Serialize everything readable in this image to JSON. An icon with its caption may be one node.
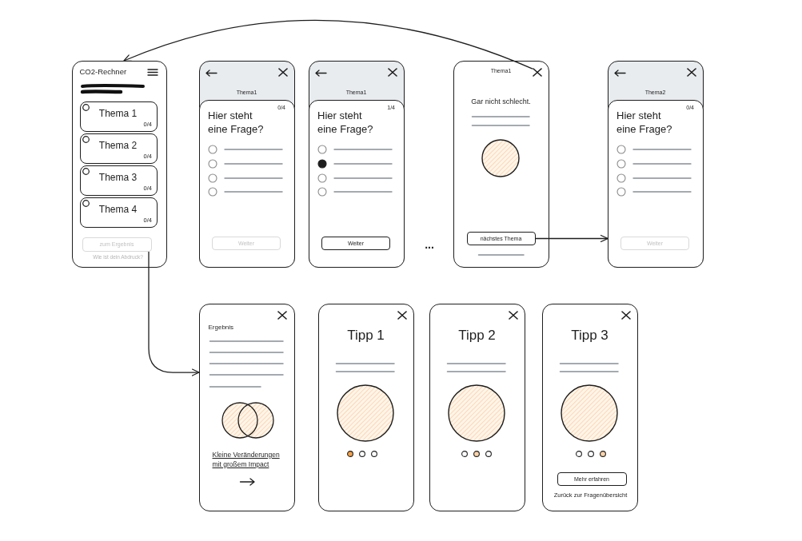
{
  "diagram": {
    "nodes": [
      {
        "text": [
          "CO2-Rechner",
          "Wie ist dein Abdruck?"
        ]
      },
      {
        "text": [
          "Thema 1",
          "0/4"
        ],
        "in": 0
      },
      {
        "text": [
          "Thema 2",
          "0/4"
        ],
        "in": 0
      },
      {
        "text": [
          "Thema 3",
          "0/4"
        ],
        "in": 0
      },
      {
        "text": [
          "Thema 4",
          "0/4"
        ],
        "in": 0
      },
      {
        "text": [
          "zum Ergebnis"
        ],
        "in": 0
      },
      {
        "text": [
          "Thema1"
        ]
      },
      {
        "text": [
          "0/4",
          "Hier steht eine Frage?"
        ],
        "in": 6
      },
      {
        "text": [
          "Weiter"
        ],
        "in": 7
      },
      {
        "text": [
          "Thema1"
        ]
      },
      {
        "text": [
          "1/4",
          "Hier steht eine Frage?"
        ],
        "in": 9
      },
      {
        "text": [
          "Weiter"
        ],
        "in": 10
      },
      {
        "text": [
          "Thema1",
          "Gar nicht schlecht."
        ]
      },
      {
        "text": [],
        "shape": "cross",
        "in": 12
      },
      {
        "text": [
          "nächstes Thema"
        ],
        "in": 12
      },
      {
        "text": [
          "Thema2"
        ]
      },
      {
        "text": [
          "0/4",
          "Hier steht eine Frage?"
        ],
        "in": 15
      },
      {
        "text": [
          "Weiter"
        ],
        "in": 16
      },
      {
        "text": [
          "Ergebnis",
          "Kleine Veränderungen mit großem Impact"
        ]
      },
      {
        "text": [
          "Tipp 1"
        ]
      },
      {
        "text": [
          "Tipp 2"
        ]
      },
      {
        "text": [
          "Tipp 3",
          "Zurück zur Fragenübersicht"
        ]
      },
      {
        "text": [
          "Mehr erfahren"
        ],
        "in": 21
      }
    ],
    "edges": [
      {
        "from": 13,
        "to": 0,
        "arrow": "to"
      },
      {
        "from": 14,
        "to": 15,
        "arrow": "to"
      },
      {
        "from": 5,
        "to": 18,
        "arrow": "to"
      }
    ],
    "labels": [
      "..."
    ]
  }
}
